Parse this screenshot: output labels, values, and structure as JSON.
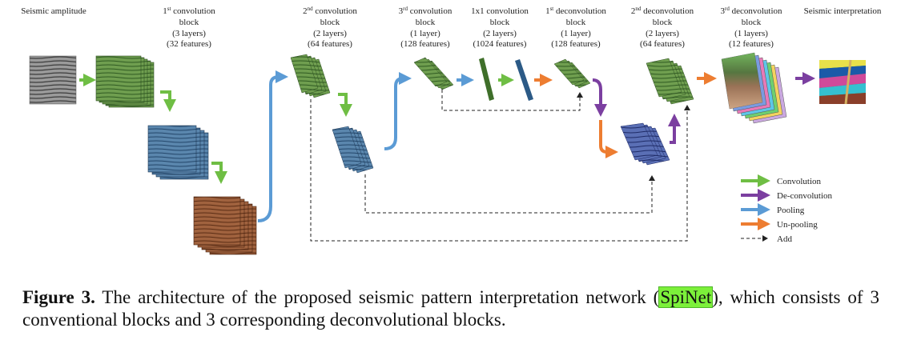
{
  "colors": {
    "convolution": "#6fbe44",
    "deconvolution": "#7b3fa0",
    "pooling": "#5b9bd5",
    "unpooling": "#ed7d31",
    "add": "#222222",
    "green_block": "#6a9a4c",
    "blue_block": "#4f7ea6",
    "brown_block": "#9a5b3a",
    "highlight": "#7cf03a"
  },
  "labels": {
    "input": "Seismic amplitude",
    "conv1": {
      "ordinal": "1",
      "sup": "st",
      "line1": "convolution",
      "line2": "block",
      "line3": "(3 layers)",
      "line4": "(32 features)"
    },
    "conv2": {
      "ordinal": "2",
      "sup": "nd",
      "line1": "convolution",
      "line2": "block",
      "line3": "(2 layers)",
      "line4": "(64 features)"
    },
    "conv3": {
      "ordinal": "3",
      "sup": "rd",
      "line1": "convolution",
      "line2": "block",
      "line3": "(1 layer)",
      "line4": "(128 features)"
    },
    "conv1x1": {
      "line1": "1x1 convolution",
      "line2": "block",
      "line3": "(2 layers)",
      "line4": "(1024 features)"
    },
    "deconv1": {
      "ordinal": "1",
      "sup": "st",
      "line1": "deconvolution",
      "line2": "block",
      "line3": "(1 layer)",
      "line4": "(128 features)"
    },
    "deconv2": {
      "ordinal": "2",
      "sup": "nd",
      "line1": "deconvolution",
      "line2": "block",
      "line3": "(2 layers)",
      "line4": "(64 features)"
    },
    "deconv3": {
      "ordinal": "3",
      "sup": "rd",
      "line1": "deconvolution",
      "line2": "block",
      "line3": "(1 layers)",
      "line4": "(12 features)"
    },
    "output": "Seismic interpretation"
  },
  "legend": {
    "convolution": "Convolution",
    "deconvolution": "De-convolution",
    "pooling": "Pooling",
    "unpooling": "Un-pooling",
    "add": "Add"
  },
  "caption": {
    "figure": "Figure 3.",
    "text_before": " The architecture of the proposed seismic pattern interpretation network (",
    "highlight": "SpiNet",
    "text_after": "), which consists of 3 conventional blocks and 3 corresponding deconvolutional blocks."
  }
}
